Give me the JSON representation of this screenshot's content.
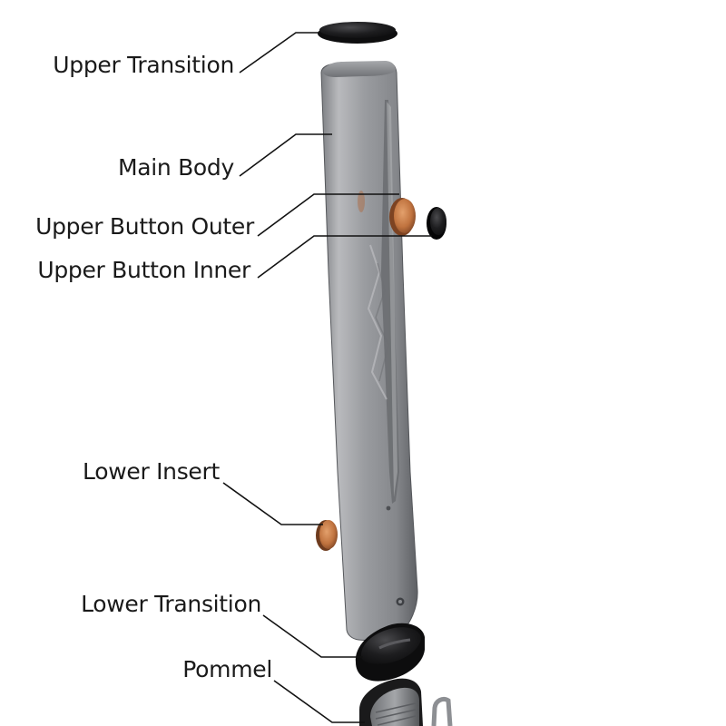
{
  "diagram": {
    "parts": [
      {
        "key": "upper_transition",
        "label": "Upper Transition"
      },
      {
        "key": "main_body",
        "label": "Main Body"
      },
      {
        "key": "upper_button_outer",
        "label": "Upper Button Outer"
      },
      {
        "key": "upper_button_inner",
        "label": "Upper Button Inner"
      },
      {
        "key": "lower_insert",
        "label": "Lower Insert"
      },
      {
        "key": "lower_transition",
        "label": "Lower Transition"
      },
      {
        "key": "pommel",
        "label": "Pommel"
      }
    ],
    "colors": {
      "body_metal": "#8e9094",
      "body_highlight": "#c9cacd",
      "body_shadow": "#5f6165",
      "black_part": "#1c1c1e",
      "copper_part": "#c0733f",
      "leader_line": "#111111"
    }
  }
}
